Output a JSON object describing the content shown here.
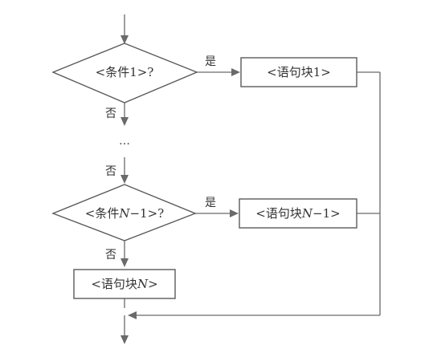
{
  "flowchart": {
    "condition_1": {
      "prefix": "<条件1>?"
    },
    "condition_n1": {
      "prefix": "<条件",
      "var": "N",
      "suffix": "−1>?"
    },
    "block_1": {
      "prefix": "<语句块1>"
    },
    "block_n1": {
      "prefix": "<语句块",
      "var": "N",
      "suffix": "−1>"
    },
    "block_n": {
      "prefix": "<语句块",
      "var": "N",
      "suffix": ">"
    },
    "yes_label": "是",
    "no_label": "否",
    "ellipsis": "…"
  }
}
